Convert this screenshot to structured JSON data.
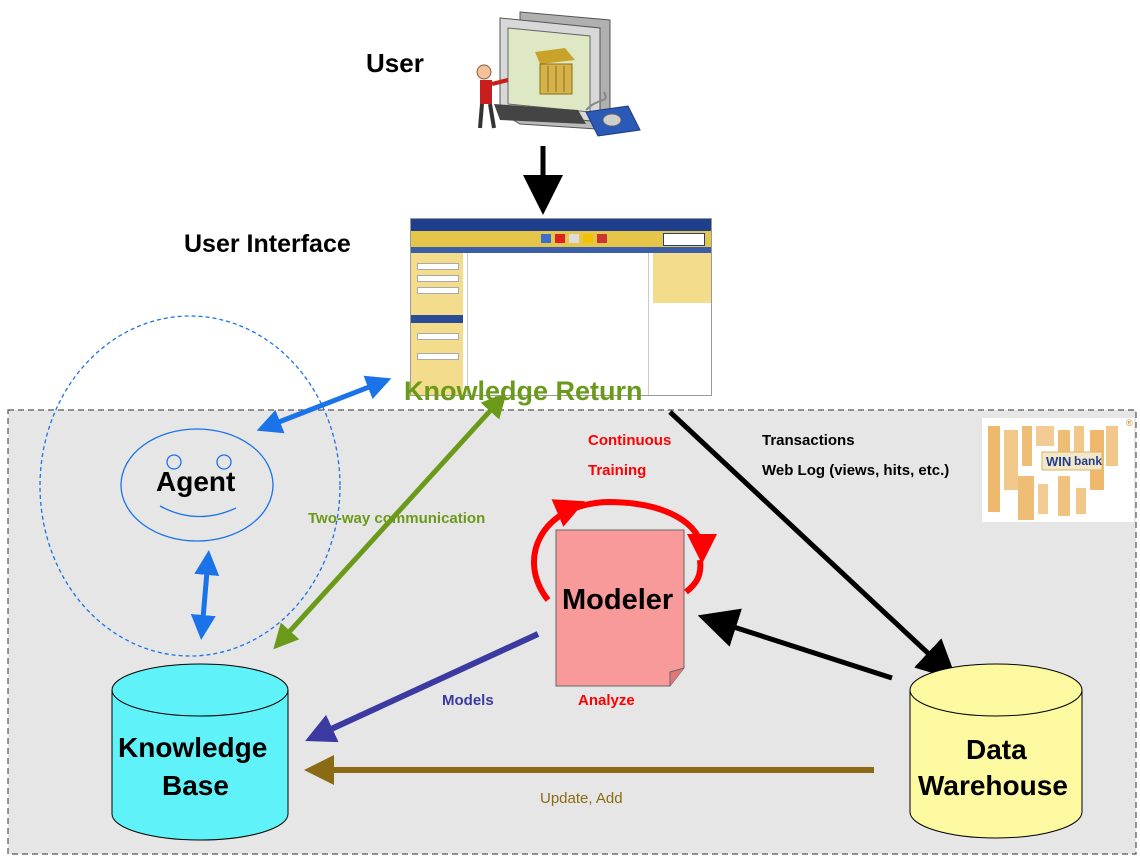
{
  "labels": {
    "user": "User",
    "user_interface": "User Interface",
    "knowledge_return": "Knowledge Return",
    "continuous": "Continuous",
    "training": "Training",
    "transactions": "Transactions",
    "web_log": "Web Log (views, hits, etc.)",
    "agent": "Agent",
    "two_way": "Two-way communication",
    "modeler": "Modeler",
    "models": "Models",
    "analyze": "Analyze",
    "knowledge_base_l1": "Knowledge",
    "knowledge_base_l2": "Base",
    "data_warehouse_l1": "Data",
    "data_warehouse_l2": "Warehouse",
    "update_add": "Update, Add",
    "logo_text": "bank"
  },
  "colors": {
    "knowledge_green": "#6b9a1a",
    "red": "#ff0000",
    "blue_arrow": "#1a73e8",
    "navy": "#3a3aa0",
    "brown": "#8a6a14",
    "kb_fill": "#5ff2f8",
    "dw_fill": "#fdf9a0",
    "modeler_fill": "#f99a9a",
    "region_fill": "#e6e6e6"
  }
}
